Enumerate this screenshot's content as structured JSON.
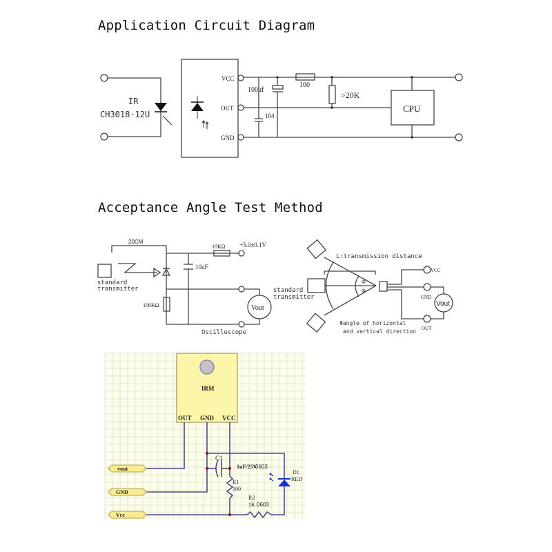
{
  "titles": {
    "application": "Application Circuit Diagram",
    "acceptance": "Acceptance Angle Test Method"
  },
  "application_circuit": {
    "ir_label": "IR",
    "ir_part": "CH3018-12U",
    "pins": [
      "VCC",
      "OUT",
      "GND"
    ],
    "cap_electrolytic": "100uf",
    "cap_ceramic": "104",
    "resistor_series": "100",
    "resistor_pullup": ">20K",
    "cpu": "CPU"
  },
  "test_circuit": {
    "distance": "20CM",
    "transmitter": [
      "standard",
      "transmitter"
    ],
    "resistor_top": "10KΩ",
    "supply": "+5.0±0.1V",
    "capacitor": "10uF",
    "resistor_bottom": "100KΩ",
    "meter": "Vout",
    "scope": "Oscilloscope"
  },
  "angle_test": {
    "distance_label": "L:transmission distance",
    "transmitter": [
      "standard",
      "transmitter"
    ],
    "phi": "Φ",
    "angle_label": [
      "Φangle of horizontal",
      "and vertical direction"
    ],
    "pins": [
      "VCC",
      "GND",
      "OUT"
    ],
    "meter": "Vout"
  },
  "schematic": {
    "module": "IRM",
    "pins": [
      "OUT",
      "GND",
      "VCC"
    ],
    "ports": [
      "vout",
      "GND",
      "Vcc"
    ],
    "c1_ref": "C1",
    "c1_value": "1uF/25V",
    "c1_pkg": "0603",
    "r1_ref": "R1",
    "r1_value": "100",
    "r2_ref": "R2",
    "r2_value": "1K",
    "r2_pkg": "0603",
    "d1_ref": "D1",
    "d1_value": "RED",
    "colors": {
      "grid_bg": "#fdfdee",
      "grid_line": "#e6e6c8",
      "module_fill": "#fbf6a8",
      "module_border": "#a09060",
      "wire": "#4a4a8a",
      "junction": "#8b1010",
      "diode": "#1a2ec8",
      "pkg_text": "#3a5fc8",
      "port_fill": "#f8ec90"
    }
  }
}
